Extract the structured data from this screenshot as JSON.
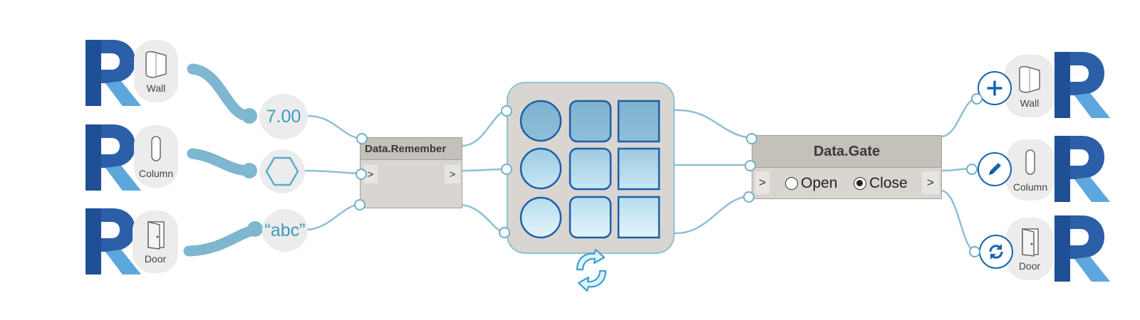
{
  "inputs": [
    {
      "element_label": "Wall",
      "element_icon": "wall-icon",
      "value": "7.00"
    },
    {
      "element_label": "Column",
      "element_icon": "column-icon",
      "value": ""
    },
    {
      "element_label": "Door",
      "element_icon": "door-icon",
      "value": "“abc”"
    }
  ],
  "remember_node": {
    "title": "Data.Remember",
    "in_arrow": ">",
    "out_arrow": ">"
  },
  "gate_node": {
    "title": "Data.Gate",
    "in_arrow": ">",
    "out_arrow": ">",
    "options": [
      {
        "label": "Open",
        "checked": false
      },
      {
        "label": "Close",
        "checked": true
      }
    ]
  },
  "outputs": [
    {
      "element_label": "Wall",
      "element_icon": "wall-icon",
      "action_icon": "plus-icon"
    },
    {
      "element_label": "Column",
      "element_icon": "column-icon",
      "action_icon": "pencil-icon"
    },
    {
      "element_label": "Door",
      "element_icon": "door-icon",
      "action_icon": "refresh-icon"
    }
  ],
  "icons": {
    "data_grid": "data-grid-icon",
    "refresh": "refresh-arrows-icon",
    "brand": "revit-logo-icon"
  },
  "colors": {
    "wire": "#8dc0d6",
    "wire_thick": "#7eb7cf",
    "accent_text": "#3b9bb7",
    "node_fill": "#d9d6d2",
    "node_title": "#c4c0ba",
    "action_blue": "#1565b0"
  }
}
